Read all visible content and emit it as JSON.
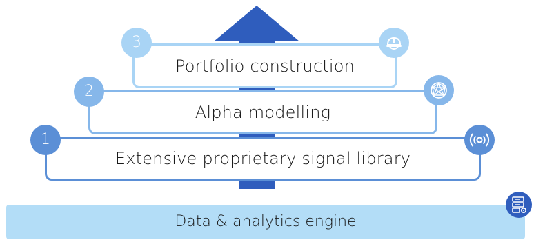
{
  "diagram": {
    "tiers": [
      {
        "number": "1",
        "label": "Extensive proprietary signal library",
        "icon": "broadcast-signal-icon",
        "color": "#5b8fd6"
      },
      {
        "number": "2",
        "label": "Alpha modelling",
        "icon": "network-globe-icon",
        "color": "#86b7ea"
      },
      {
        "number": "3",
        "label": "Portfolio construction",
        "icon": "hard-hat-icon",
        "color": "#a9d4f5"
      }
    ],
    "base": {
      "label": "Data & analytics engine",
      "icon": "server-settings-icon",
      "color": "#b3ddf7"
    },
    "arrow_color": "#2f5dbd"
  }
}
